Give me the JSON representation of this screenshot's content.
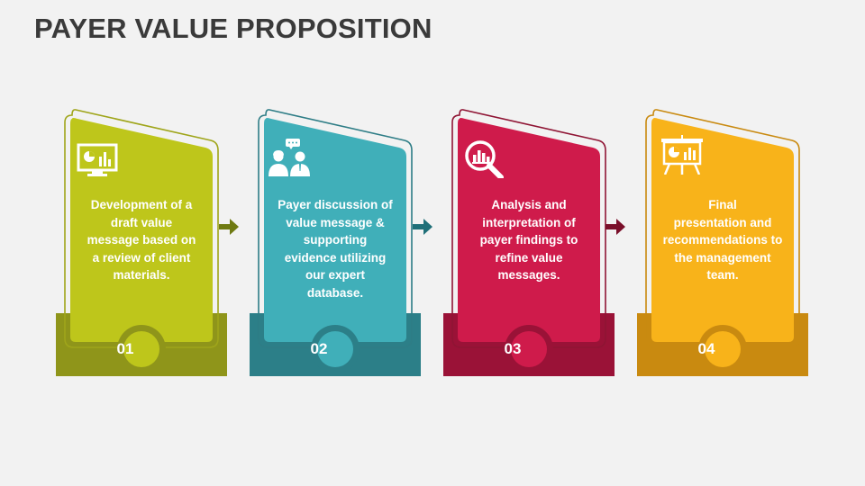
{
  "title": "PAYER VALUE PROPOSITION",
  "steps": [
    {
      "number": "01",
      "lines": [
        "Development of a",
        "draft value",
        "message based on",
        "a review of client",
        "materials."
      ],
      "icon": "presentation-chart-icon",
      "color": "#bec61b",
      "dark": "#8f951a",
      "border": "#9fa51a"
    },
    {
      "number": "02",
      "lines": [
        "Payer discussion of",
        "value message &",
        "supporting",
        "evidence utilizing",
        "our expert",
        "database."
      ],
      "icon": "people-discussion-icon",
      "color": "#40afb9",
      "dark": "#2c7f88",
      "border": "#2e7d86"
    },
    {
      "number": "03",
      "lines": [
        "Analysis and",
        "interpretation of",
        "payer findings to",
        "refine value",
        "messages."
      ],
      "icon": "magnifier-chart-icon",
      "color": "#cf1b4b",
      "dark": "#9a1237",
      "border": "#8f1434"
    },
    {
      "number": "04",
      "lines": [
        "Final",
        "presentation and",
        "recommendations to",
        "the management",
        "team."
      ],
      "icon": "easel-chart-icon",
      "color": "#f8b31a",
      "dark": "#c98a10",
      "border": "#c98a10"
    }
  ]
}
